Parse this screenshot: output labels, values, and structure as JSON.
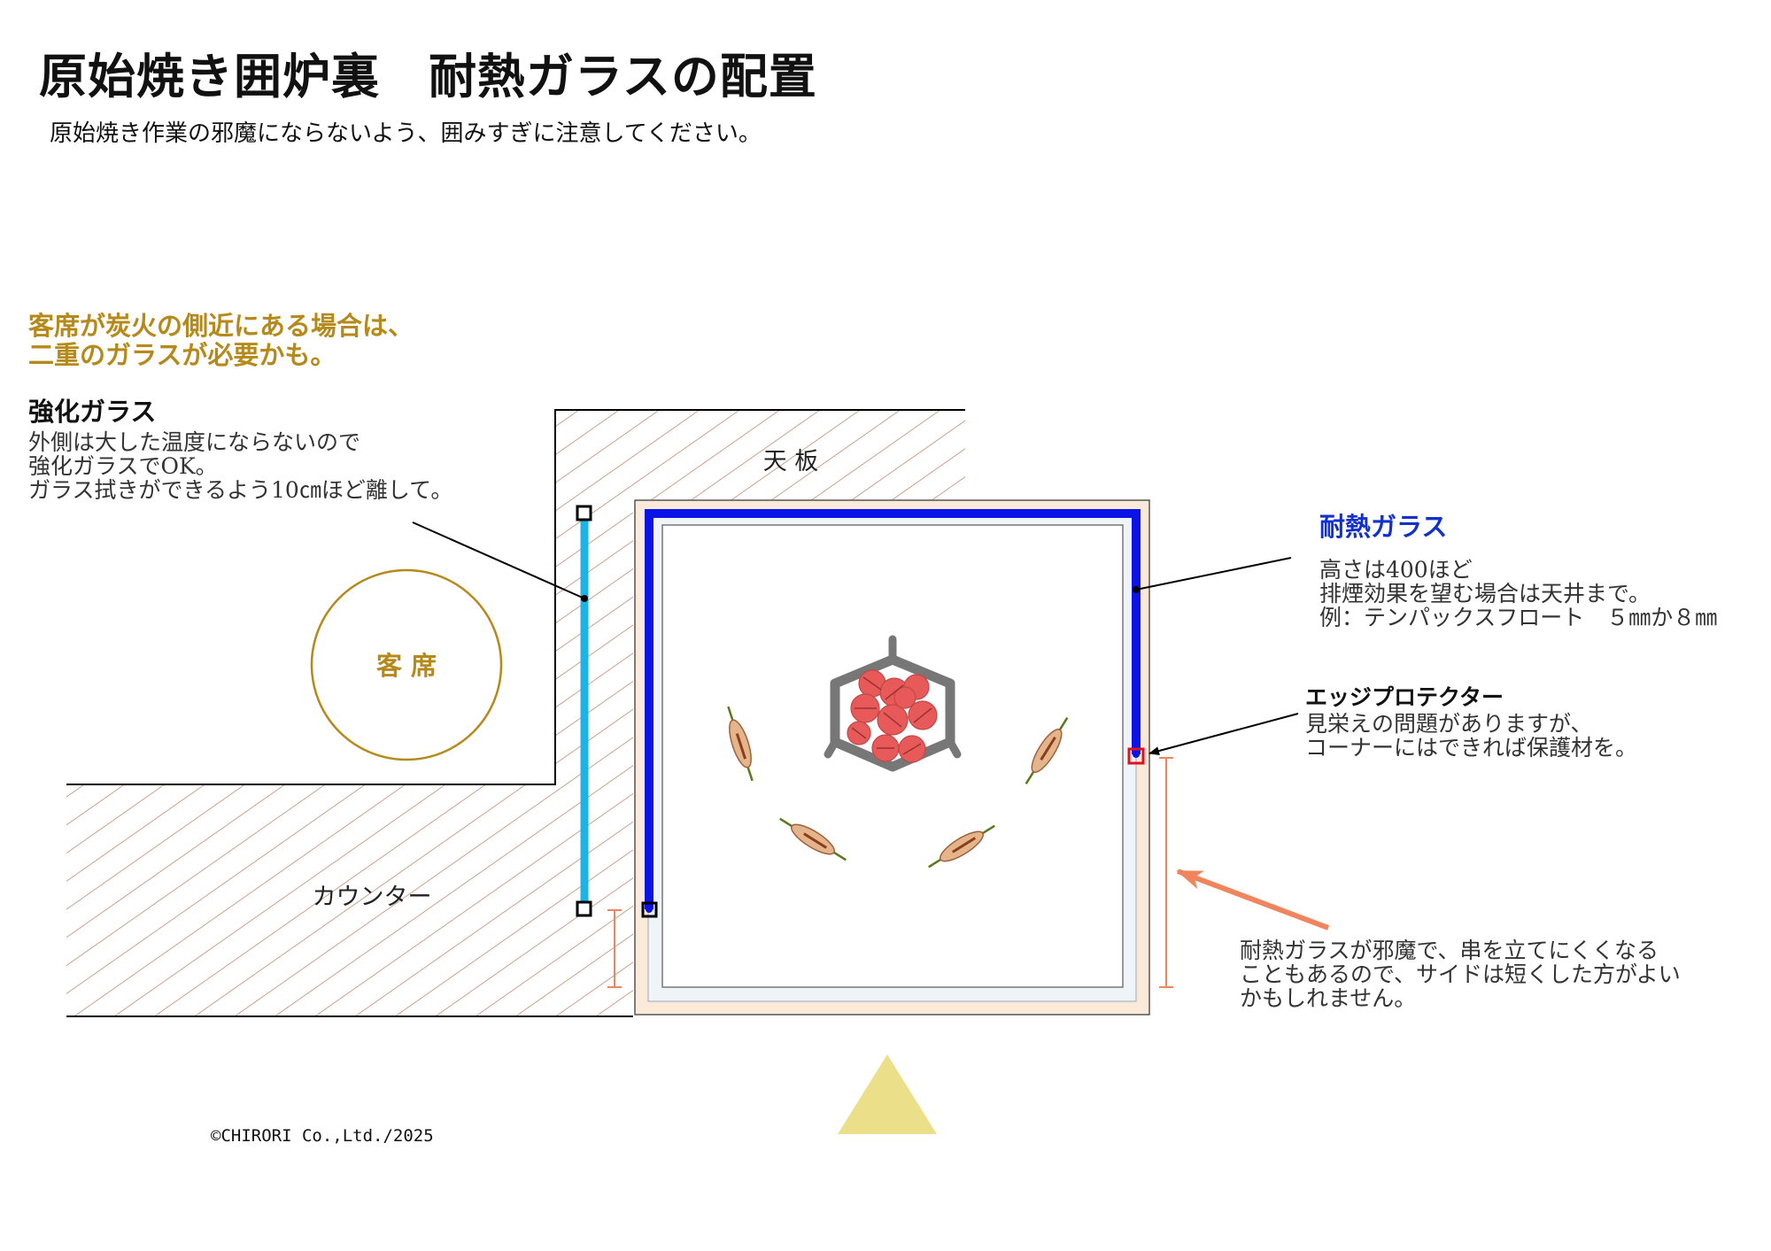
{
  "title": "原始焼き囲炉裏　耐熱ガラスの配置",
  "subtitle": "原始焼き作業の邪魔にならないよう、囲みすぎに注意してください。",
  "warning": {
    "line1": "客席が炭火の側近にある場合は、",
    "line2": "二重のガラスが必要かも。"
  },
  "tempered_glass": {
    "heading": "強化ガラス",
    "lines": [
      "外側は大した温度にならないので",
      "強化ガラスでOK。",
      "ガラス拭きができるよう10㎝ほど離して。"
    ]
  },
  "heat_glass": {
    "heading": "耐熱ガラス",
    "lines": [
      "高さは400ほど",
      "排煙効果を望む場合は天井まで。",
      "例：テンパックスフロート　５㎜か８㎜"
    ]
  },
  "edge_protector": {
    "heading": "エッジプロテクター",
    "lines": [
      "見栄えの問題がありますが、",
      "コーナーにはできれば保護材を。"
    ]
  },
  "side_note": {
    "lines": [
      "耐熱ガラスが邪魔で、串を立てにくくなる",
      "こともあるので、サイドは短くした方がよい",
      "かもしれません。"
    ]
  },
  "labels": {
    "counter_top": "天 板",
    "counter": "カウンター",
    "seat": "客 席"
  },
  "copyright": "©CHIRORI Co.,Ltd./2025",
  "colors": {
    "heat_glass": "#0a14e6",
    "tempered_glass": "#1cb4e8",
    "seat": "#b58a1a",
    "hatch": "#b87a5c",
    "pit_fill": "#fbe9d9",
    "edge_protector": "#e01020",
    "arrow": "#f0845c",
    "triangle": "#ecdf8a"
  }
}
